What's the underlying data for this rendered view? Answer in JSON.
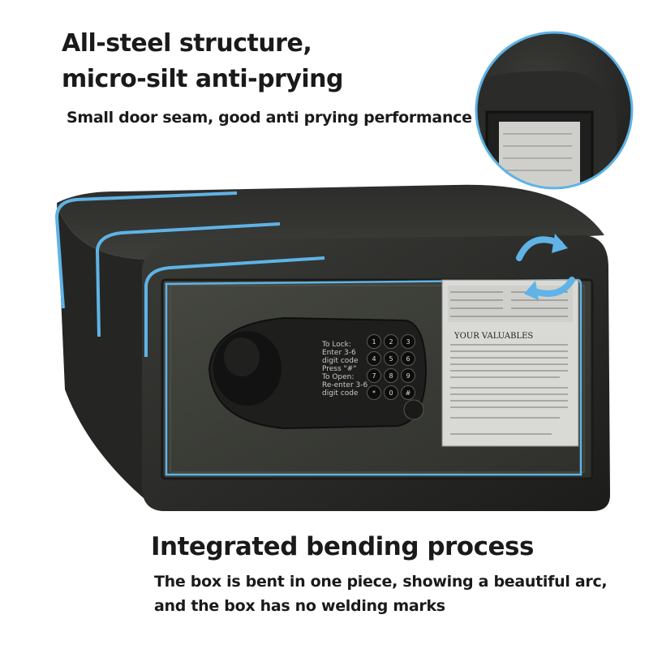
{
  "feature_top": {
    "title_line1": "All-steel structure,",
    "title_line2": "micro-silt anti-prying",
    "subtitle": "Small door seam, good anti prying performance"
  },
  "feature_bottom": {
    "title": "Integrated bending process",
    "description": "The box is bent in one piece, showing a beautiful arc, and the box has no welding marks"
  },
  "keypad": {
    "instructions": [
      "To Lock:",
      "Enter 3-6",
      "digit code",
      "Press \"#\"",
      "To Open:",
      "Re-enter 3-6",
      "digit code"
    ],
    "keys": [
      "1",
      "2",
      "3",
      "4",
      "5",
      "6",
      "7",
      "8",
      "9",
      "*",
      "0",
      "#"
    ]
  },
  "label_card": {
    "heading": "YOUR VALUABLES"
  },
  "colors": {
    "accent_blue": "#5fb3e6",
    "safe_body": "#2a2b28",
    "door": "#3b3d37"
  }
}
